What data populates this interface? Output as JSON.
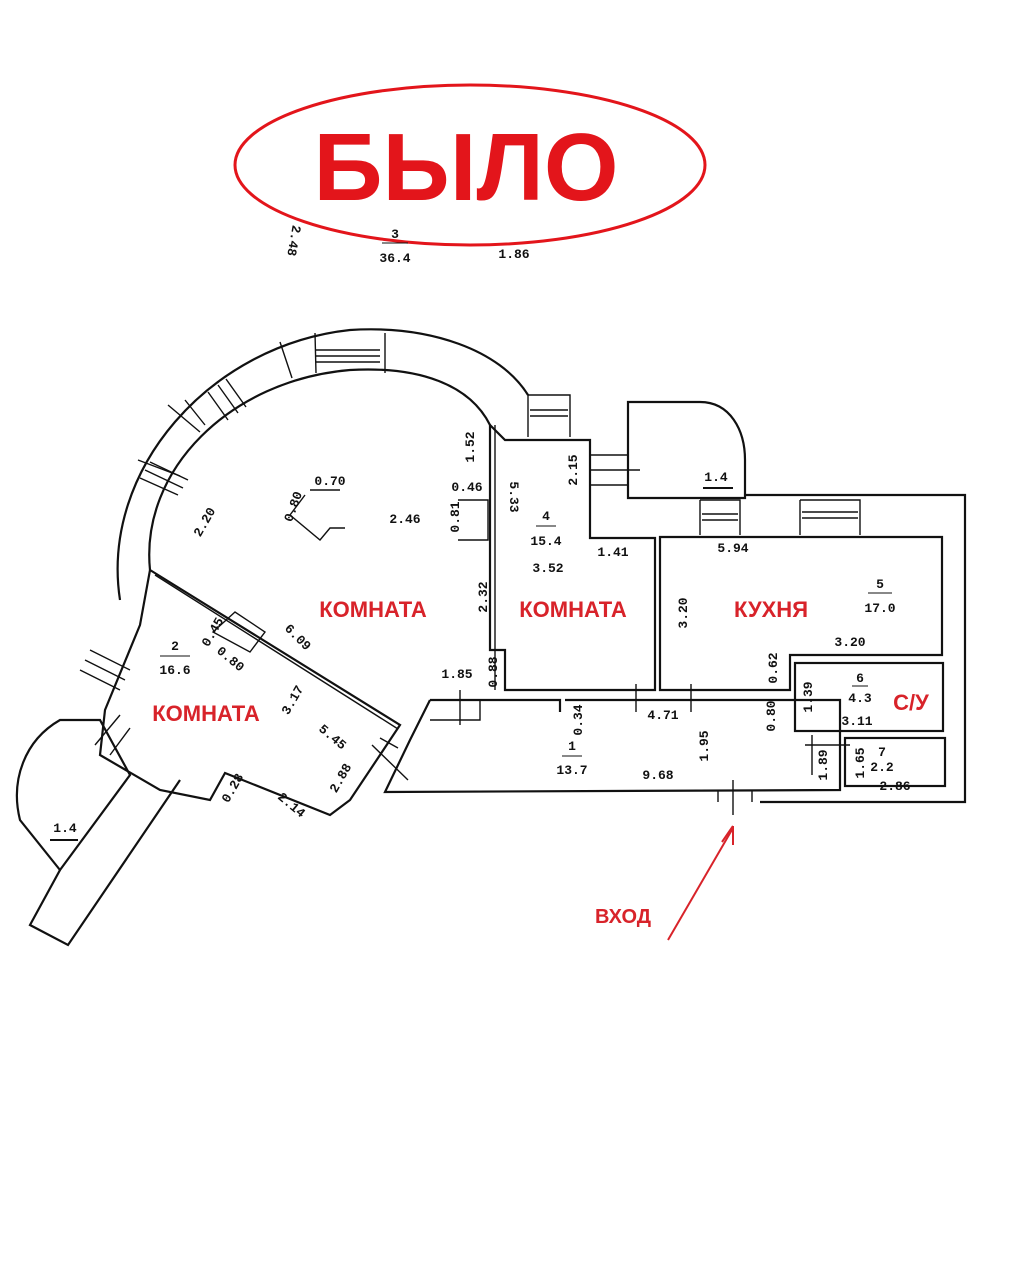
{
  "title": "БЫЛО",
  "colors": {
    "accent": "#e3151b",
    "lines": "#111111"
  },
  "labels": {
    "room_3": "КОМНАТА",
    "room_4": "КОМНАТА",
    "room_2": "КОМНАТА",
    "kitchen": "КУХНЯ",
    "bathroom": "С/У",
    "entrance": "ВХОД"
  },
  "rooms": [
    {
      "number": "1",
      "area": "13.7"
    },
    {
      "number": "2",
      "area": "16.6"
    },
    {
      "number": "3",
      "area": "36.4"
    },
    {
      "number": "4",
      "area": "15.4"
    },
    {
      "number": "5",
      "area": "17.0"
    },
    {
      "number": "6",
      "area": "4.3"
    },
    {
      "number": "7",
      "area": "2.2"
    }
  ],
  "balconies": [
    "1.4",
    "1.4"
  ],
  "dimensions": [
    "2.48",
    "0.70",
    "0.80",
    "2.20",
    "2.46",
    "1.52",
    "0.46",
    "0.81",
    "2.32",
    "1.86",
    "5.33",
    "2.15",
    "1.41",
    "3.52",
    "0.88",
    "5.94",
    "3.20",
    "3.20",
    "0.62",
    "1.85",
    "0.34",
    "4.71",
    "0.80",
    "1.95",
    "9.68",
    "1.39",
    "3.11",
    "1.89",
    "1.65",
    "2.86",
    "0.45",
    "0.80",
    "6.09",
    "3.17",
    "5.45",
    "2.88",
    "0.28",
    "2.14"
  ]
}
